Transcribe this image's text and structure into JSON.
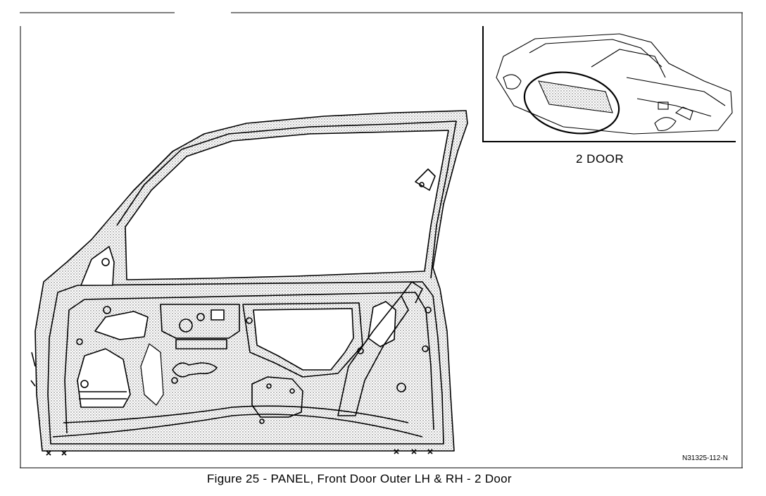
{
  "inset": {
    "caption": "2 DOOR"
  },
  "figure": {
    "id_code": "N31325-112-N",
    "caption": "Figure 25 - PANEL, Front Door Outer LH & RH - 2 Door"
  }
}
